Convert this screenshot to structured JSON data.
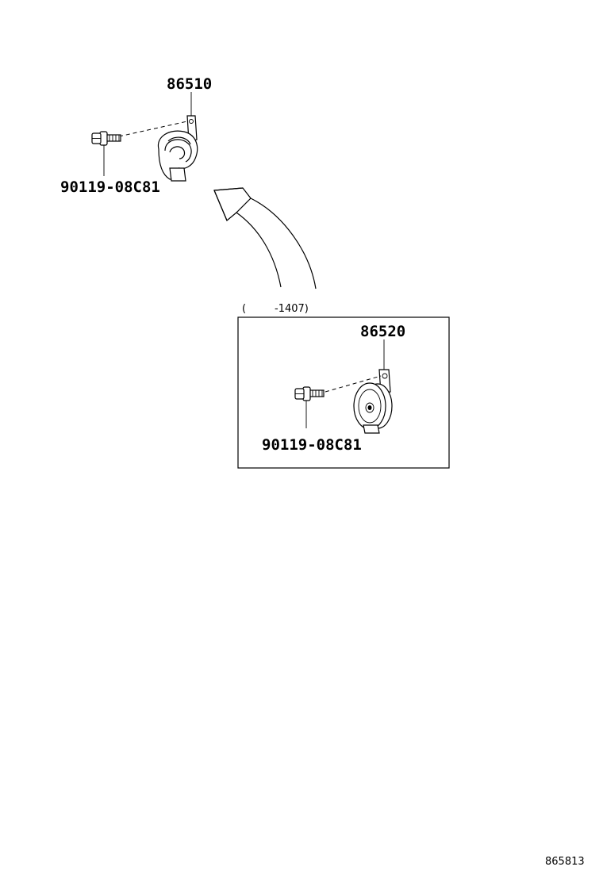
{
  "diagram": {
    "labels": {
      "horn_low_part": "86510",
      "horn_low_bolt": "90119-08C81",
      "horn_high_part": "86520",
      "horn_high_bolt": "90119-08C81",
      "date_range_open": "(",
      "date_range_end": "-1407)",
      "figure_code": "865813"
    }
  }
}
